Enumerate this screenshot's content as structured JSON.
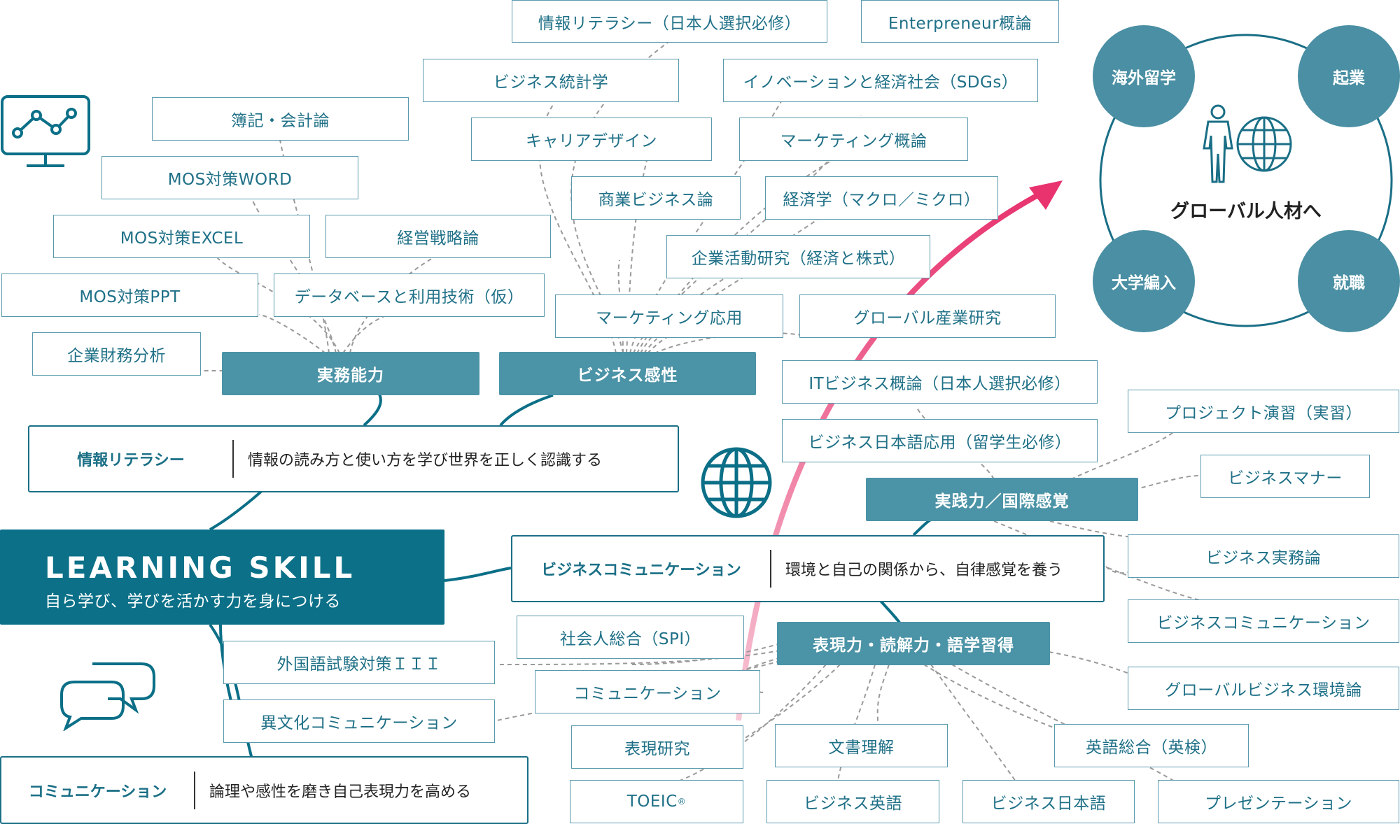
{
  "main": {
    "title": "LEARNING SKILL",
    "subtitle": "自ら学び、学びを活かす力を身につける"
  },
  "categories": [
    {
      "title": "情報リテラシー",
      "desc": "情報の読み方と使い方を学び世界を正しく認識する"
    },
    {
      "title": "ビジネスコミュニケーション",
      "desc": "環境と自己の関係から、自律感覚を養う"
    },
    {
      "title": "コミュニケーション",
      "desc": "論理や感性を磨き自己表現力を高める"
    }
  ],
  "hubs": {
    "jitsumu": "実務能力",
    "business_kansei": "ビジネス感性",
    "jissen": "実践力／国際感覚",
    "hyogen": "表現力・読解力・語学習得"
  },
  "courses": {
    "jitsumu": [
      "簿記・会計論",
      "MOS対策WORD",
      "MOS対策EXCEL",
      "経営戦略論",
      "MOS対策PPT",
      "データベースと利用技術（仮）",
      "企業財務分析"
    ],
    "business": [
      "情報リテラシー（日本人選択必修）",
      "Enterpreneur概論",
      "ビジネス統計学",
      "イノベーションと経済社会（SDGs）",
      "キャリアデザイン",
      "マーケティング概論",
      "商業ビジネス論",
      "経済学（マクロ／ミクロ）",
      "企業活動研究（経済と株式）",
      "マーケティング応用",
      "グローバル産業研究"
    ],
    "jissen": [
      "ITビジネス概論（日本人選択必修）",
      "ビジネス日本語応用（留学生必修）",
      "プロジェクト演習（実習）",
      "ビジネスマナー",
      "ビジネス実務論",
      "ビジネスコミュニケーション",
      "グローバルビジネス環境論"
    ],
    "hyogen": [
      "社会人総合（SPI）",
      "外国語試験対策ＩＩＩ",
      "コミュニケーション",
      "異文化コミュニケーション",
      "表現研究",
      "文書理解",
      "英語総合（英検）",
      "TOEIC",
      "ビジネス英語",
      "ビジネス日本語",
      "プレゼンテーション"
    ]
  },
  "toeic_mark": "®",
  "goal": {
    "title": "グローバル人材へ",
    "outcomes": [
      "海外留学",
      "起業",
      "大学編入",
      "就職"
    ]
  },
  "icons": [
    "monitor-chart-icon",
    "globe-icon",
    "speech-bubbles-icon",
    "person-globe-icon"
  ],
  "colors": {
    "primary": "#0b7088",
    "hub": "#4b93a6",
    "tag_border": "#5a9aad",
    "arrow": "#e8336e",
    "circle": "#4a8fa3"
  }
}
